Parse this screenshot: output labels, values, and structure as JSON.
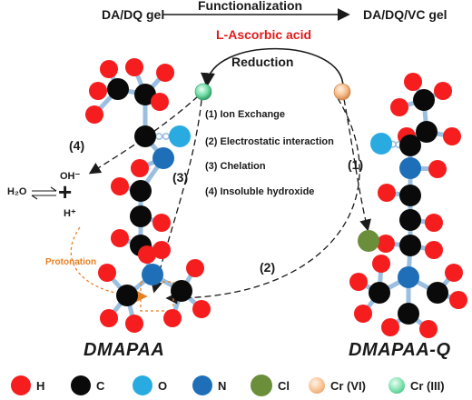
{
  "header": {
    "left_label": "DA/DQ gel",
    "process_label": "Functionalization",
    "right_label": "DA/DQ/VC gel",
    "reductant_label": "L-Ascorbic acid",
    "reduction_label": "Reduction"
  },
  "steps": [
    {
      "label": "(1) Ion Exchange"
    },
    {
      "label": "(2) Electrostatic interaction"
    },
    {
      "label": "(3) Chelation"
    },
    {
      "label": "(4) Insoluble hydroxide"
    }
  ],
  "arrow_numbers": {
    "one": "(1)",
    "two": "(2)",
    "three": "(3)",
    "four": "(4)"
  },
  "equilibrium": {
    "water": "H₂O",
    "hydroxide": "OH⁻",
    "plus": "+",
    "proton": "H⁺"
  },
  "protonation_label": "Protonation",
  "molecules": {
    "left_name": "DMAPAA",
    "right_name": "DMAPAA-Q"
  },
  "legend": [
    {
      "label": "H",
      "color": "#f51d1d",
      "icon": "hydrogen-atom-icon"
    },
    {
      "label": "C",
      "color": "#0a0a0a",
      "icon": "carbon-atom-icon"
    },
    {
      "label": "O",
      "color": "#29abe2",
      "icon": "oxygen-atom-icon"
    },
    {
      "label": "N",
      "color": "#1f6fb8",
      "icon": "nitrogen-atom-icon"
    },
    {
      "label": "Cl",
      "color": "#6b8e3a",
      "icon": "chlorine-atom-icon"
    },
    {
      "label": "Cr (VI)",
      "color": "#f6bb88",
      "icon": "chromium-vi-icon"
    },
    {
      "label": "Cr (III)",
      "color": "#6fdca4",
      "icon": "chromium-iii-icon"
    }
  ],
  "colors": {
    "hydrogen": "#f51d1d",
    "carbon": "#0a0a0a",
    "oxygen": "#29abe2",
    "nitrogen": "#1f6fb8",
    "chlorine": "#6b8e3a",
    "bond": "#9bbfe0",
    "cr6": "#f6bb88",
    "cr3": "#6fdca4",
    "accent_red": "#e01b1b",
    "protonation_orange": "#e67e22"
  }
}
